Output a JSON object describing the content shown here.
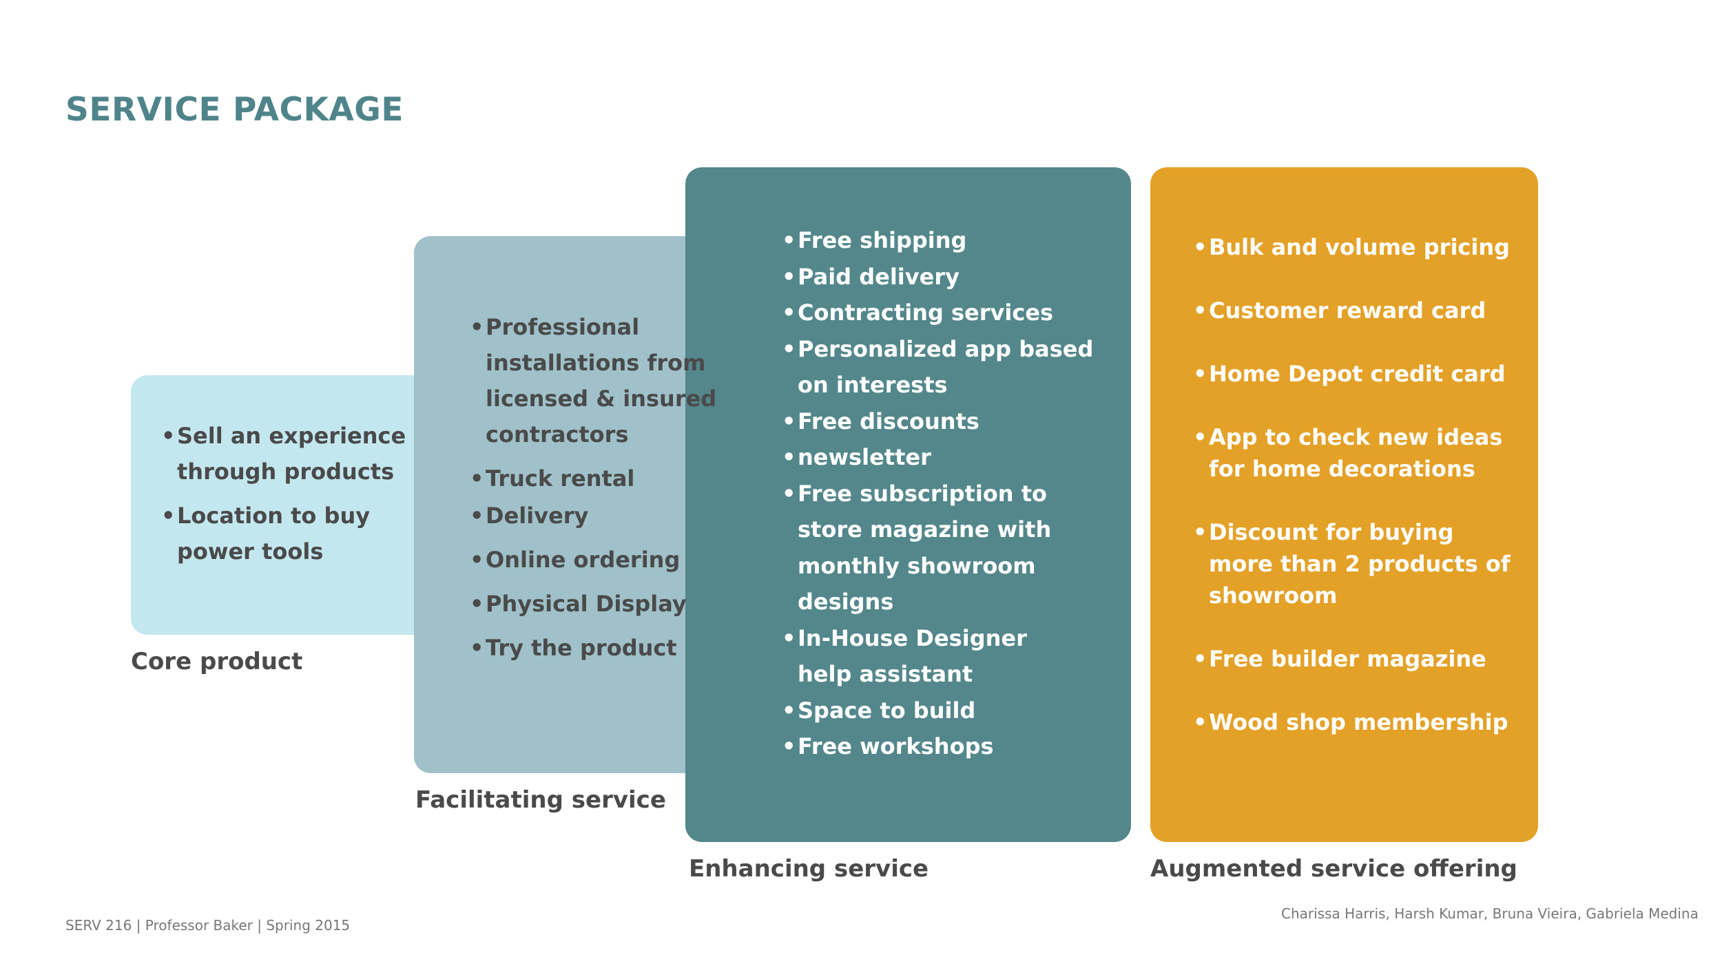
{
  "title": "SERVICE PACKAGE",
  "core": {
    "label": "Core product",
    "items": [
      [
        "Sell an  experience",
        "through products"
      ],
      [
        "Location to buy",
        "power tools"
      ]
    ]
  },
  "facilitating": {
    "label": "Facilitating service",
    "items": [
      [
        "Professional",
        "installations from",
        "licensed & insured",
        "contractors"
      ],
      [
        "Truck rental"
      ],
      [
        "Delivery"
      ],
      [
        "Online ordering"
      ],
      [
        "Physical Display"
      ],
      [
        "Try the product"
      ]
    ]
  },
  "enhancing": {
    "label": "Enhancing service",
    "items": [
      [
        "Free shipping"
      ],
      [
        "Paid delivery"
      ],
      [
        "Contracting services"
      ],
      [
        "Personalized app based",
        "on interests"
      ],
      [
        "Free discounts"
      ],
      [
        "newsletter"
      ],
      [
        "Free subscription to",
        "store magazine with",
        "monthly showroom",
        "designs"
      ],
      [
        " In-House Designer",
        "help assistant"
      ],
      [
        "Space to build"
      ],
      [
        "Free workshops"
      ]
    ]
  },
  "augmented": {
    "label": "Augmented service offering",
    "items": [
      [
        "Bulk and volume pricing"
      ],
      [
        "Customer reward card"
      ],
      [
        "Home Depot credit card"
      ],
      [
        "App to check new ideas",
        "for home decorations"
      ],
      [
        "Discount for buying",
        "more than 2 products of",
        "showroom"
      ],
      [
        "Free builder magazine"
      ],
      [
        "Wood shop membership"
      ]
    ]
  },
  "footer": {
    "left": "SERV 216 | Professor Baker | Spring 2015",
    "right": "Charissa Harris, Harsh Kumar, Bruna Vieira, Gabriela Medina"
  },
  "colors": {
    "title": "#4f848a",
    "core_bg": "#c3e7ee",
    "facilitating_bg": "#a0c1c9",
    "enhancing_bg": "#53878b",
    "augmented_bg": "#e4a127"
  }
}
